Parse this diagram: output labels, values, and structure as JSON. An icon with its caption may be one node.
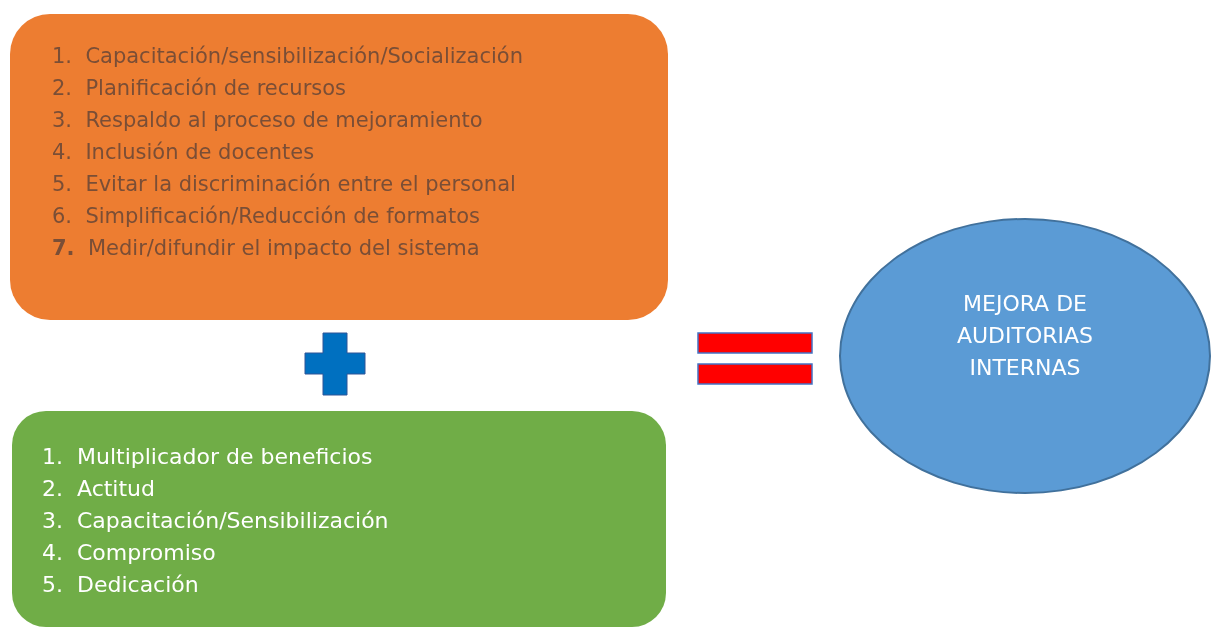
{
  "diagram": {
    "nodes": [
      {
        "text": [
          "1.  Capacitación/sensibilización/Socialización",
          "2.  Planificación de recursos",
          "3.  Respaldo al proceso de mejoramiento",
          "4.  Inclusión de docentes",
          "5.  Evitar la discriminación entre el personal",
          "6.  Simplificación/Reducción de formatos",
          "**7.**  Medir/difundir el impacto del sistema"
        ]
      },
      {
        "text": [
          "1.  Multiplicador de beneficios",
          "2.  Actitud",
          "3.  Capacitación/Sensibilización",
          "4.  Compromiso",
          "5.  Dedicación"
        ]
      },
      {
        "text": [
          "MEJORA DE AUDITORIAS INTERNAS"
        ]
      }
    ]
  }
}
